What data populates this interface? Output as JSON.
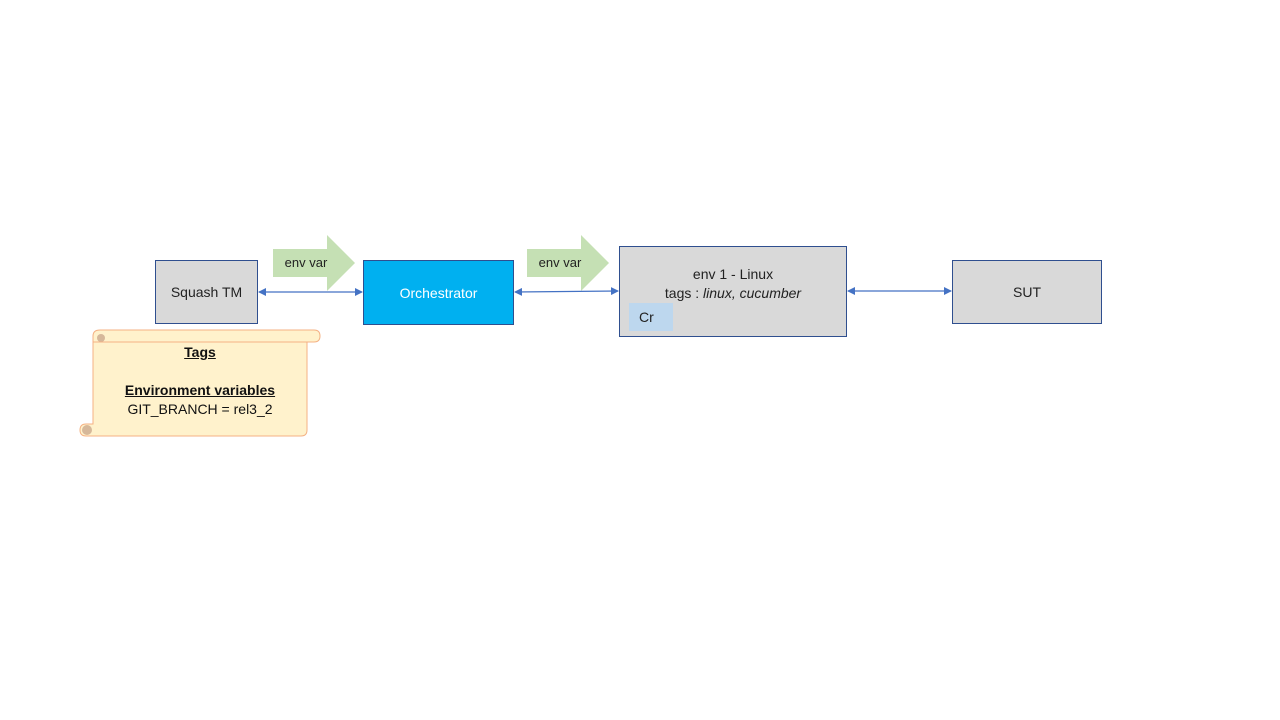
{
  "nodes": {
    "squash": "Squash TM",
    "orchestrator": "Orchestrator",
    "env1_title": "env 1 - Linux",
    "env1_tags_prefix": "tags : ",
    "env1_tags_values": "linux, cucumber",
    "cr": "Cr",
    "sut": "SUT"
  },
  "flow_labels": {
    "first": "env var",
    "second": "env var"
  },
  "scroll": {
    "tags_heading": "Tags",
    "env_heading": "Environment variables",
    "env_value": "GIT_BRANCH = rel3_2"
  },
  "colors": {
    "node_gray": "#d9d9d9",
    "orchestrator": "#00b0f0",
    "connector": "#4472c4",
    "flow_arrow": "#c5e0b4",
    "scroll_fill": "#fff2cc",
    "scroll_border": "#f4b183",
    "cr_fill": "#bdd7ee"
  }
}
